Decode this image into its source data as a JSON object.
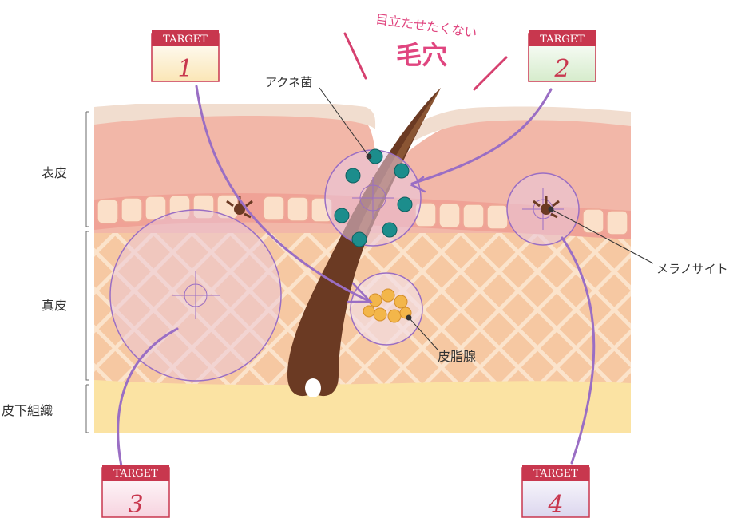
{
  "headline": {
    "sub": "目立たせたくない",
    "main": "毛穴"
  },
  "layers": {
    "epidermis": "表皮",
    "dermis": "真皮",
    "subcutaneous": "皮下組織"
  },
  "labels": {
    "acne": "アクネ菌",
    "melanocyte": "メラノサイト",
    "sebaceous": "皮脂腺"
  },
  "targets": [
    {
      "tag": "TARGET",
      "number": "1"
    },
    {
      "tag": "TARGET",
      "number": "2"
    },
    {
      "tag": "TARGET",
      "number": "3"
    },
    {
      "tag": "TARGET",
      "number": "4"
    }
  ],
  "colors": {
    "title_pink": "#e0457f",
    "target_red": "#c8374e",
    "arrow_purple": "#9a6ec4",
    "hair_brown": "#6b3a23",
    "epidermis": "#f2b7a8",
    "dermis": "#f7c9a4",
    "subcutaneous": "#fbe3a3"
  }
}
